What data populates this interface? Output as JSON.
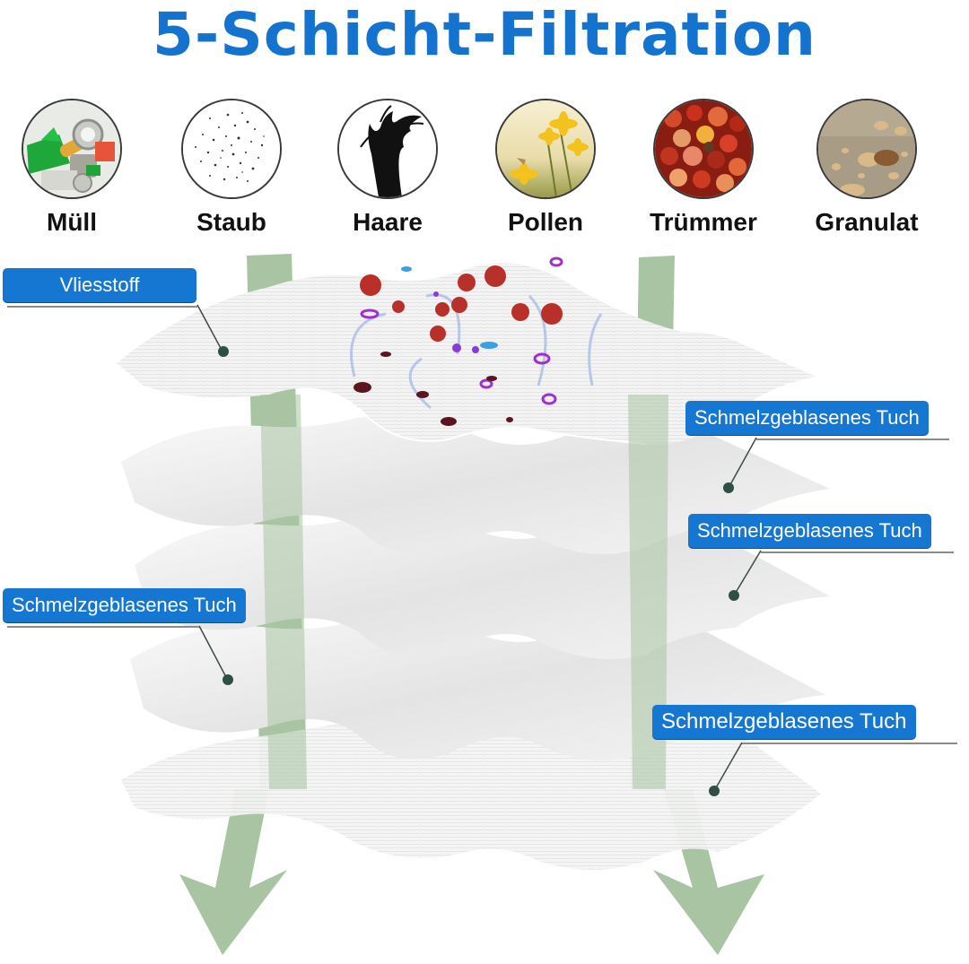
{
  "title": "5-Schicht-Filtration",
  "colors": {
    "title": "#1473cf",
    "callout_bg": "#1677d2",
    "callout_text": "#ffffff",
    "arrow": "#a8c4a3",
    "dot": "#2f4f44",
    "layer": "#efefef"
  },
  "particles": [
    {
      "label": "Müll",
      "icon": "trash-icon"
    },
    {
      "label": "Staub",
      "icon": "dust-icon"
    },
    {
      "label": "Haare",
      "icon": "hair-icon"
    },
    {
      "label": "Pollen",
      "icon": "pollen-flower-icon"
    },
    {
      "label": "Trümmer",
      "icon": "debris-leaves-icon"
    },
    {
      "label": "Granulat",
      "icon": "granules-icon"
    }
  ],
  "layers": [
    {
      "label": "Vliesstoff",
      "position": "left",
      "order": 1
    },
    {
      "label": "Schmelzgeblasenes Tuch",
      "position": "right",
      "order": 2
    },
    {
      "label": "Schmelzgeblasenes Tuch",
      "position": "right",
      "order": 3
    },
    {
      "label": "Schmelzgeblasenes Tuch",
      "position": "left",
      "order": 4
    },
    {
      "label": "Schmelzgeblasenes Tuch",
      "position": "right",
      "order": 5
    }
  ]
}
